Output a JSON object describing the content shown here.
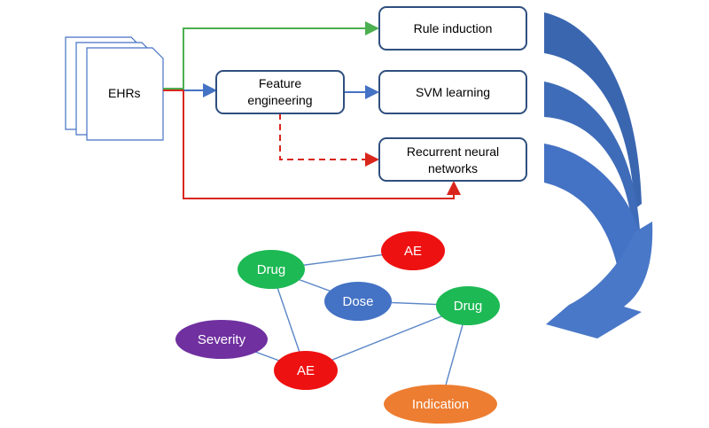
{
  "pipeline": {
    "source": {
      "label": "EHRs"
    },
    "feature_engineering": {
      "label_line1": "Feature",
      "label_line2": "engineering"
    },
    "rule_induction": {
      "label": "Rule induction"
    },
    "svm_learning": {
      "label": "SVM learning"
    },
    "rnn": {
      "label_line1": "Recurrent neural",
      "label_line2": "networks"
    }
  },
  "colors": {
    "green_arrow": "#4caf50",
    "blue_arrow": "#4472c4",
    "red_arrow": "#d9261c",
    "box_border": "#2f4f7f",
    "curved_arrow": "#3a66b0",
    "drug": "#1db954",
    "ae": "#ee1111",
    "dose": "#4472c4",
    "severity": "#7030a0",
    "indication": "#ed7d31",
    "edge": "#5a86c6"
  },
  "graph": {
    "nodes": [
      {
        "id": "drug1",
        "label": "Drug",
        "type": "drug"
      },
      {
        "id": "ae1",
        "label": "AE",
        "type": "ae"
      },
      {
        "id": "dose",
        "label": "Dose",
        "type": "dose"
      },
      {
        "id": "drug2",
        "label": "Drug",
        "type": "drug"
      },
      {
        "id": "severity",
        "label": "Severity",
        "type": "severity"
      },
      {
        "id": "ae2",
        "label": "AE",
        "type": "ae"
      },
      {
        "id": "indication",
        "label": "Indication",
        "type": "indication"
      }
    ],
    "edges": [
      [
        "drug1",
        "ae1"
      ],
      [
        "drug1",
        "dose"
      ],
      [
        "drug1",
        "ae2"
      ],
      [
        "dose",
        "drug2"
      ],
      [
        "drug2",
        "ae2"
      ],
      [
        "drug2",
        "indication"
      ],
      [
        "severity",
        "ae2"
      ]
    ]
  }
}
